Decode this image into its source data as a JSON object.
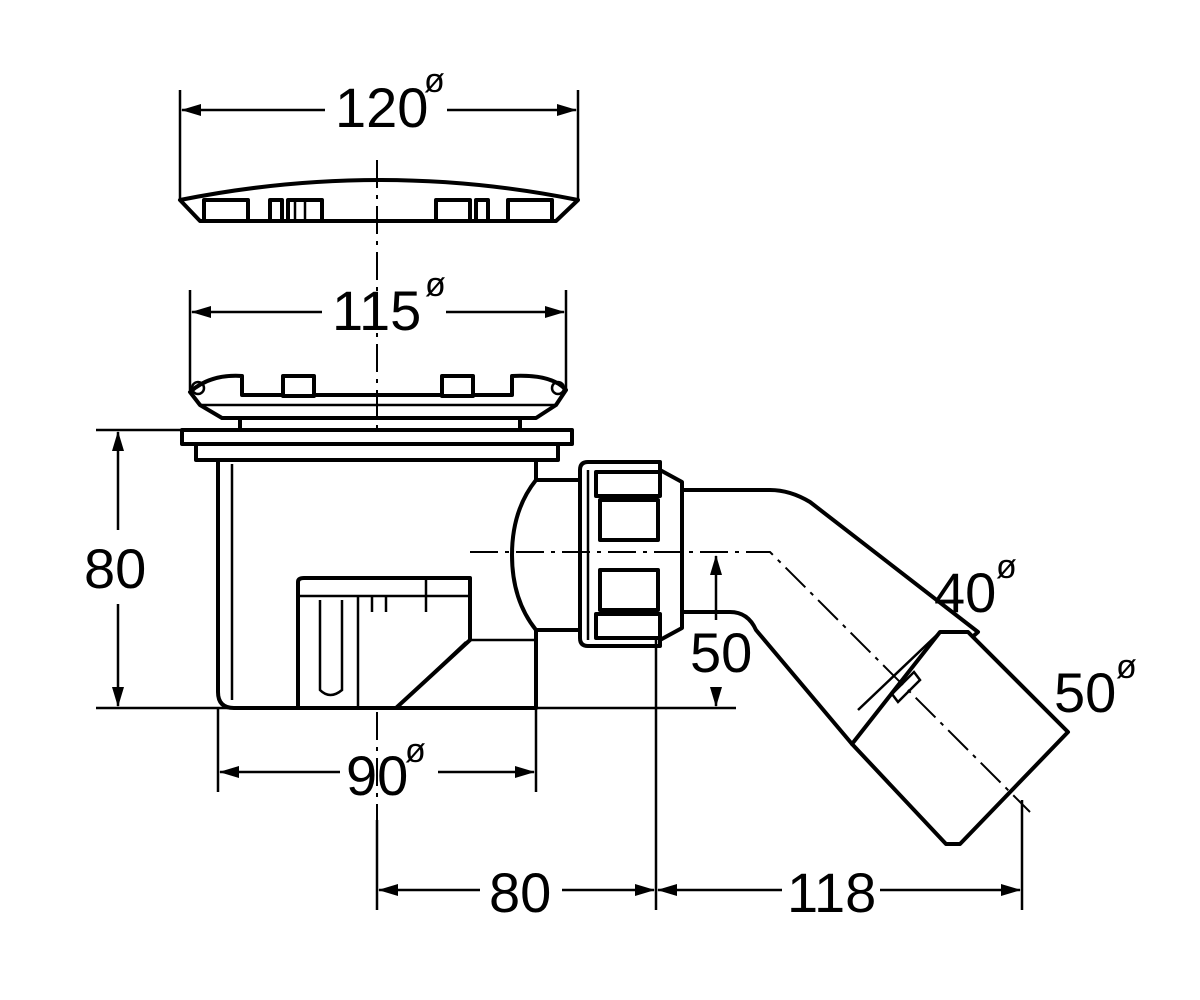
{
  "dimensions": {
    "cover_diameter": {
      "value": "120",
      "symbol": "ø"
    },
    "grate_diameter": {
      "value": "115",
      "symbol": "ø"
    },
    "height": {
      "value": "80"
    },
    "body_diameter": {
      "value": "90",
      "symbol": "ø"
    },
    "outlet_height": {
      "value": "50"
    },
    "pipe_inner_diameter": {
      "value": "40",
      "symbol": "ø"
    },
    "pipe_outer_diameter": {
      "value": "50",
      "symbol": "ø"
    },
    "center_to_union": {
      "value": "80"
    },
    "union_to_outlet": {
      "value": "118"
    }
  }
}
